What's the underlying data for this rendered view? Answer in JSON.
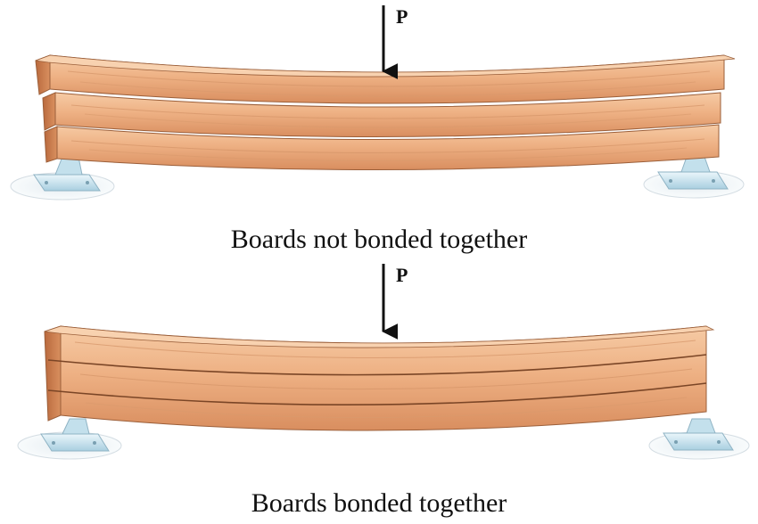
{
  "figure": {
    "top_panel": {
      "load_label": "P",
      "caption": "Boards not bonded together"
    },
    "bottom_panel": {
      "load_label": "P",
      "caption": "Boards bonded together"
    }
  },
  "colors": {
    "wood_light": "#f3c29a",
    "wood_mid": "#e9a779",
    "wood_dark": "#c8794d",
    "wood_edge": "#8e5634",
    "support_metal": "#cfe8f3",
    "support_shadow": "#dfe8ee",
    "arrow": "#111111"
  }
}
